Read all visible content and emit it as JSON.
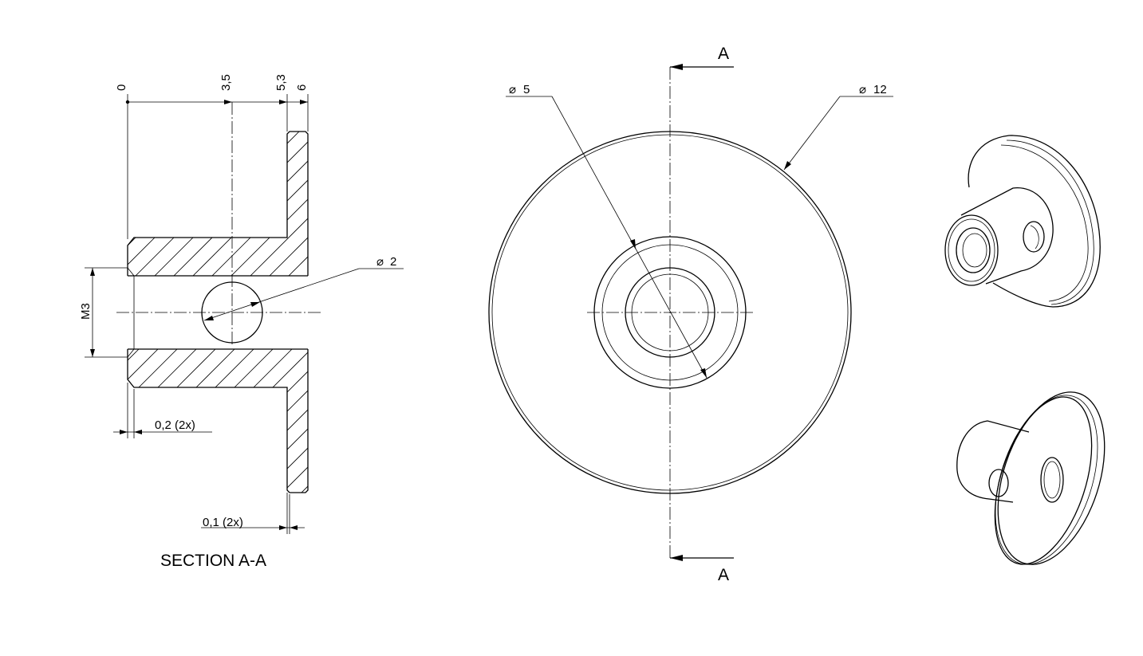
{
  "section_view": {
    "title": "SECTION A-A",
    "ordinates": [
      "0",
      "3,5",
      "5,3",
      "6"
    ],
    "thread_label": "M3",
    "hole_diameter": "2",
    "chamfer_left": "0,2 (2x)",
    "chamfer_right": "0,1 (2x)"
  },
  "front_view": {
    "cut_label_top": "A",
    "cut_label_bottom": "A",
    "inner_diameter": "5",
    "outer_diameter": "12"
  },
  "symbols": {
    "diameter": "⌀"
  }
}
